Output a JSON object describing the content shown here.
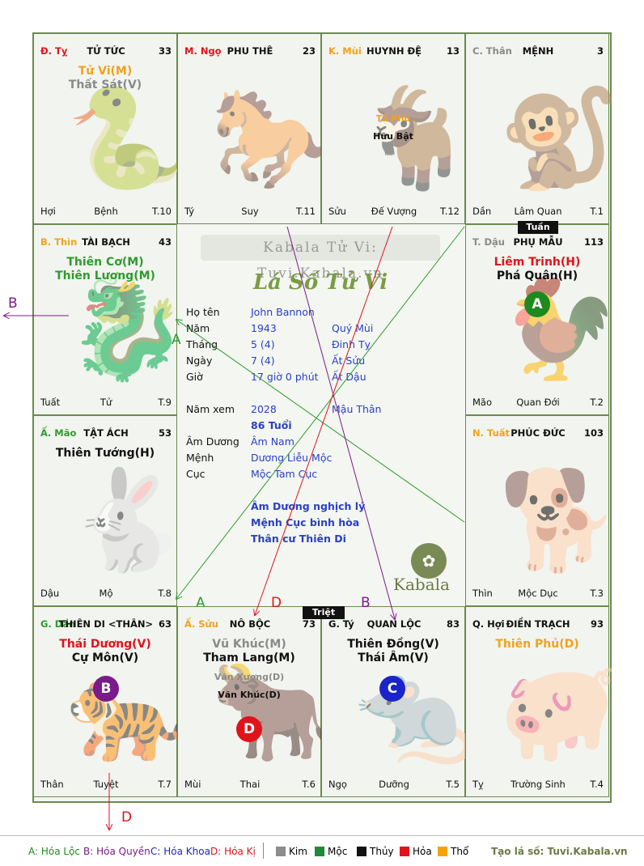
{
  "cells": [
    {
      "id": "ty",
      "can": "Đ. Tỵ",
      "can_color": "red",
      "name": "TỬ TỨC",
      "age": "33",
      "stars": [
        {
          "t": "Tử Vi(M)",
          "c": "orange",
          "s": "major"
        },
        {
          "t": "Thất Sát(V)",
          "c": "gray",
          "s": "major"
        }
      ],
      "f1": "Hợi",
      "f2": "Bệnh",
      "f3": "T.10",
      "ghost": "🐍"
    },
    {
      "id": "ngo",
      "can": "M. Ngọ",
      "can_color": "red",
      "name": "PHU THÊ",
      "age": "23",
      "stars": [],
      "f1": "Tý",
      "f2": "Suy",
      "f3": "T.11",
      "ghost": "🐎"
    },
    {
      "id": "mui",
      "can": "K. Mùi",
      "can_color": "orange",
      "name": "HUYNH ĐỆ",
      "age": "13",
      "stars": [
        {
          "t": "",
          "c": "black",
          "s": "minor"
        },
        {
          "t": "Tả Phù",
          "c": "orange",
          "s": "minor"
        },
        {
          "t": "Hữu Bật",
          "c": "black",
          "s": "minor"
        }
      ],
      "f1": "Sửu",
      "f2": "Đế Vượng",
      "f3": "T.12",
      "ghost": "🐐"
    },
    {
      "id": "than",
      "can": "C. Thân",
      "can_color": "gray",
      "name": "MỆNH",
      "age": "3",
      "stars": [],
      "f1": "Dần",
      "f2": "Lâm Quan",
      "f3": "T.1",
      "ghost": "🐒"
    },
    {
      "id": "thin",
      "can": "B. Thìn",
      "can_color": "orange",
      "name": "TÀI BẠCH",
      "age": "43",
      "stars": [
        {
          "t": "Thiên Cơ(M)",
          "c": "green",
          "s": "major"
        },
        {
          "t": "Thiên Lương(M)",
          "c": "green",
          "s": "major"
        }
      ],
      "f1": "Tuất",
      "f2": "Tử",
      "f3": "T.9",
      "ghost": "🐉"
    },
    {
      "id": "dau",
      "can": "T. Dậu",
      "can_color": "gray",
      "name": "PHỤ MẪU",
      "age": "113",
      "stars": [
        {
          "t": "Liêm Trinh(H)",
          "c": "red",
          "s": "major"
        },
        {
          "t": "Phá Quân(H)",
          "c": "black",
          "s": "major"
        }
      ],
      "f1": "Mão",
      "f2": "Quan Đới",
      "f3": "T.2",
      "ghost": "🐓"
    },
    {
      "id": "mao",
      "can": "Ấ. Mão",
      "can_color": "green",
      "name": "TẬT ÁCH",
      "age": "53",
      "stars": [
        {
          "t": "Thiên Tướng(H)",
          "c": "black",
          "s": "major"
        }
      ],
      "f1": "Dậu",
      "f2": "Mộ",
      "f3": "T.8",
      "ghost": "🐇"
    },
    {
      "id": "tuat",
      "can": "N. Tuất",
      "can_color": "orange",
      "name": "PHÚC ĐỨC",
      "age": "103",
      "stars": [],
      "f1": "Thìn",
      "f2": "Mộc Dục",
      "f3": "T.3",
      "ghost": "🐕"
    },
    {
      "id": "dan",
      "can": "G. Dần",
      "can_color": "green",
      "name": "THIÊN DI <THÂN>",
      "age": "63",
      "stars": [
        {
          "t": "Thái Dương(V)",
          "c": "red",
          "s": "major"
        },
        {
          "t": "Cự Môn(V)",
          "c": "black",
          "s": "major"
        }
      ],
      "f1": "Thân",
      "f2": "Tuyệt",
      "f3": "T.7",
      "ghost": "🐅"
    },
    {
      "id": "suu",
      "can": "Ấ. Sửu",
      "can_color": "orange",
      "name": "NÔ BỘC",
      "age": "73",
      "stars": [
        {
          "t": "Vũ Khúc(M)",
          "c": "gray",
          "s": "major"
        },
        {
          "t": "Tham Lang(M)",
          "c": "black",
          "s": "major"
        },
        {
          "t": "Văn Xương(D)",
          "c": "gray",
          "s": "minor"
        },
        {
          "t": "Văn Khúc(D)",
          "c": "black",
          "s": "minor"
        }
      ],
      "f1": "Mùi",
      "f2": "Thai",
      "f3": "T.6",
      "ghost": "🐂"
    },
    {
      "id": "tyrat",
      "can": "G. Tý",
      "can_color": "black",
      "name": "QUAN LỘC",
      "age": "83",
      "stars": [
        {
          "t": "Thiên Đồng(V)",
          "c": "black",
          "s": "major"
        },
        {
          "t": "Thái Âm(V)",
          "c": "black",
          "s": "major"
        }
      ],
      "f1": "Ngọ",
      "f2": "Dưỡng",
      "f3": "T.5",
      "ghost": "🐀"
    },
    {
      "id": "hoi",
      "can": "Q. Hợi",
      "can_color": "black",
      "name": "ĐIỀN TRẠCH",
      "age": "93",
      "stars": [
        {
          "t": "Thiên Phủ(D)",
          "c": "orange",
          "s": "major"
        }
      ],
      "f1": "Tỵ",
      "f2": "Trường Sinh",
      "f3": "T.4",
      "ghost": "🐖"
    }
  ],
  "center": {
    "watermark": "Kabala Tử Vi: Tuvi.Kabala.vn",
    "title": "Lá Số Tử Vi",
    "rows": [
      {
        "l": "Họ tên",
        "v": "John Bannon",
        "w": ""
      },
      {
        "l": "Năm",
        "v": "1943",
        "w": "Quý Mùi"
      },
      {
        "l": "Tháng",
        "v": "5  (4)",
        "w": "Đinh Tỵ"
      },
      {
        "l": "Ngày",
        "v": "7  (4)",
        "w": "Ất Sửu"
      },
      {
        "l": "Giờ",
        "v": "17 giờ 0 phút",
        "w": "Ất Dậu"
      }
    ],
    "year_label": "Năm xem",
    "year_val": "2028",
    "year_can": "Mậu Thân",
    "age_text": "86 Tuổi",
    "rows2": [
      {
        "l": "Âm Dương",
        "v": "Âm Nam"
      },
      {
        "l": "Mệnh",
        "v": "Dương Liễu Mộc"
      },
      {
        "l": "Cục",
        "v": "Mộc Tam Cục"
      }
    ],
    "notes": [
      "Âm Dương nghịch lý",
      "Mệnh Cục bình hòa",
      "Thân cư Thiên Di"
    ],
    "brand": "Kabala"
  },
  "tags": {
    "tuan": "Tuần",
    "triet": "Triệt"
  },
  "markers": {
    "A": "A",
    "B": "B",
    "C": "C",
    "D": "D"
  },
  "arrow_labels": {
    "b_left": "B",
    "a_left": "A",
    "a_bottom": "A",
    "d_bottom": "D",
    "b_bottom": "B",
    "d_out": "D"
  },
  "legend": {
    "a": "A: Hóa Lộc",
    "b": "B: Hóa Quyền",
    "c": "C: Hóa Khoa",
    "d": "D: Hóa Kị",
    "kim": "Kim",
    "moc": "Mộc",
    "thuy": "Thủy",
    "hoa": "Hỏa",
    "tho": "Thổ",
    "site": "Tạo lá số: Tuvi.Kabala.vn"
  },
  "colors": {
    "kim": "#8c8c8c",
    "moc": "#1e8a3a",
    "thuy": "#111111",
    "hoa": "#e0131b",
    "tho": "#f5a300",
    "hoa_loc": "#1e8a1e",
    "hoa_quyen": "#7a1b8a",
    "hoa_khoa": "#1a24c8",
    "hoa_ki": "#e0131b"
  }
}
